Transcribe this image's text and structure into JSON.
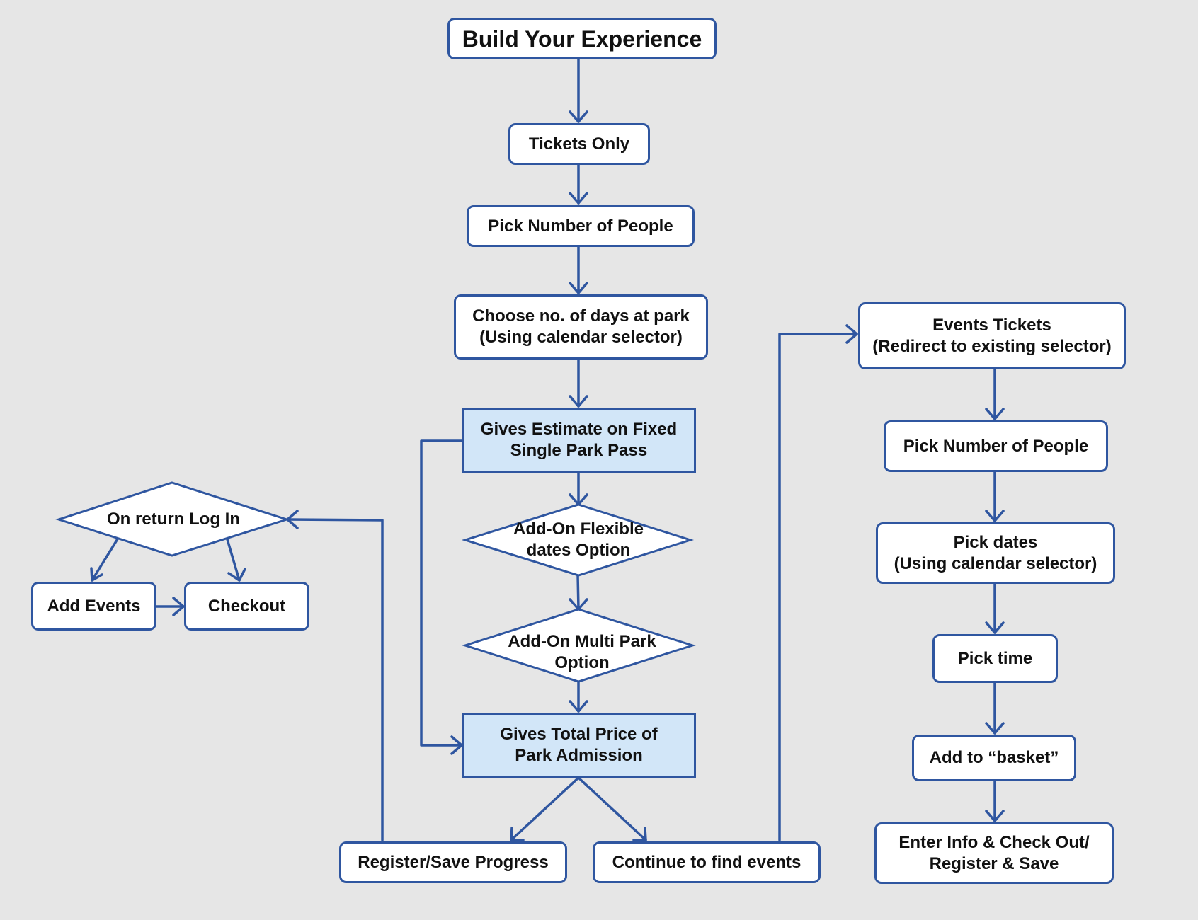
{
  "diagram": {
    "colors": {
      "background": "#e6e6e6",
      "stroke": "#2f56a0",
      "highlight_fill": "#d2e6f8",
      "box_fill": "#ffffff"
    },
    "nodes": {
      "build": "Build Your Experience",
      "tickets_only": "Tickets Only",
      "pick_people_1": "Pick Number of People",
      "choose_days": "Choose no. of days at park\n(Using calendar selector)",
      "estimate": "Gives Estimate on Fixed\nSingle Park Pass",
      "flexible": "Add-On Flexible\ndates Option",
      "multi_park": "Add-On Multi Park\nOption",
      "total_price": "Gives Total Price of\nPark Admission",
      "register": "Register/Save Progress",
      "continue_events": "Continue to find events",
      "on_return": "On return Log In",
      "add_events": "Add Events",
      "checkout": "Checkout",
      "events_tickets": "Events Tickets\n(Redirect to existing selector)",
      "pick_people_2": "Pick Number of People",
      "pick_dates": "Pick dates\n(Using calendar selector)",
      "pick_time": "Pick time",
      "add_basket": "Add to “basket”",
      "enter_info": "Enter Info & Check Out/\nRegister & Save"
    }
  }
}
